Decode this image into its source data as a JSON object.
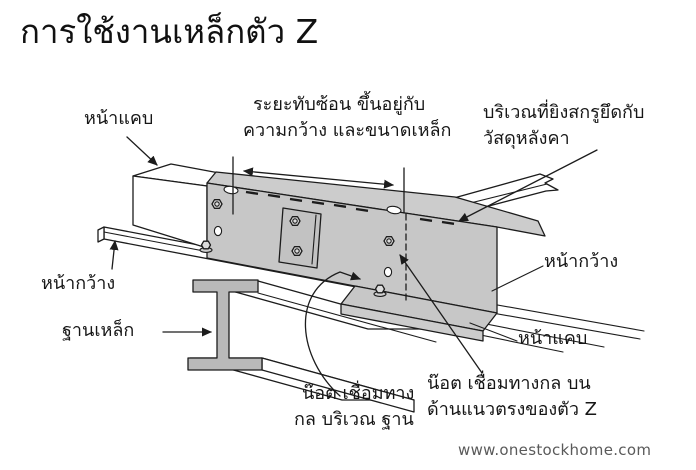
{
  "page": {
    "title": "การใช้งานเหล็กตัว Z",
    "watermark": "www.onestockhome.com",
    "background": "#ffffff"
  },
  "colors": {
    "line": "#1c1c1c",
    "purlin_gray": "#c7c7c7",
    "flange_gray": "#cccccc",
    "beam_end_gray": "#b9b9b9",
    "plate_gray": "#c2c2c2",
    "watermark_text": "#5a5a5a"
  },
  "labels": {
    "narrow_face_top_left": "หน้าแคบ",
    "overlap_line1": "ระยะทับซ้อน ขึ้นอยู่กับ",
    "overlap_line2": "ความกว้าง และขนาดเหล็ก",
    "screw_area_line1": "บริเวณที่ยิงสกรูยึดกับ",
    "screw_area_line2": "วัสดุหลังคา",
    "wide_face_left": "หน้ากว้าง",
    "steel_base": "ฐานเหล็ก",
    "wide_face_right": "หน้ากว้าง",
    "narrow_face_right": "หน้าแคบ",
    "base_bolt_line1": "น๊อต เชื่อมทาง",
    "base_bolt_line2": "กล บริเวณ ฐาน",
    "web_bolt_line1": "น๊อต เชื่อมทางกล บน",
    "web_bolt_line2": "ด้านแนวตรงของตัว Z"
  }
}
